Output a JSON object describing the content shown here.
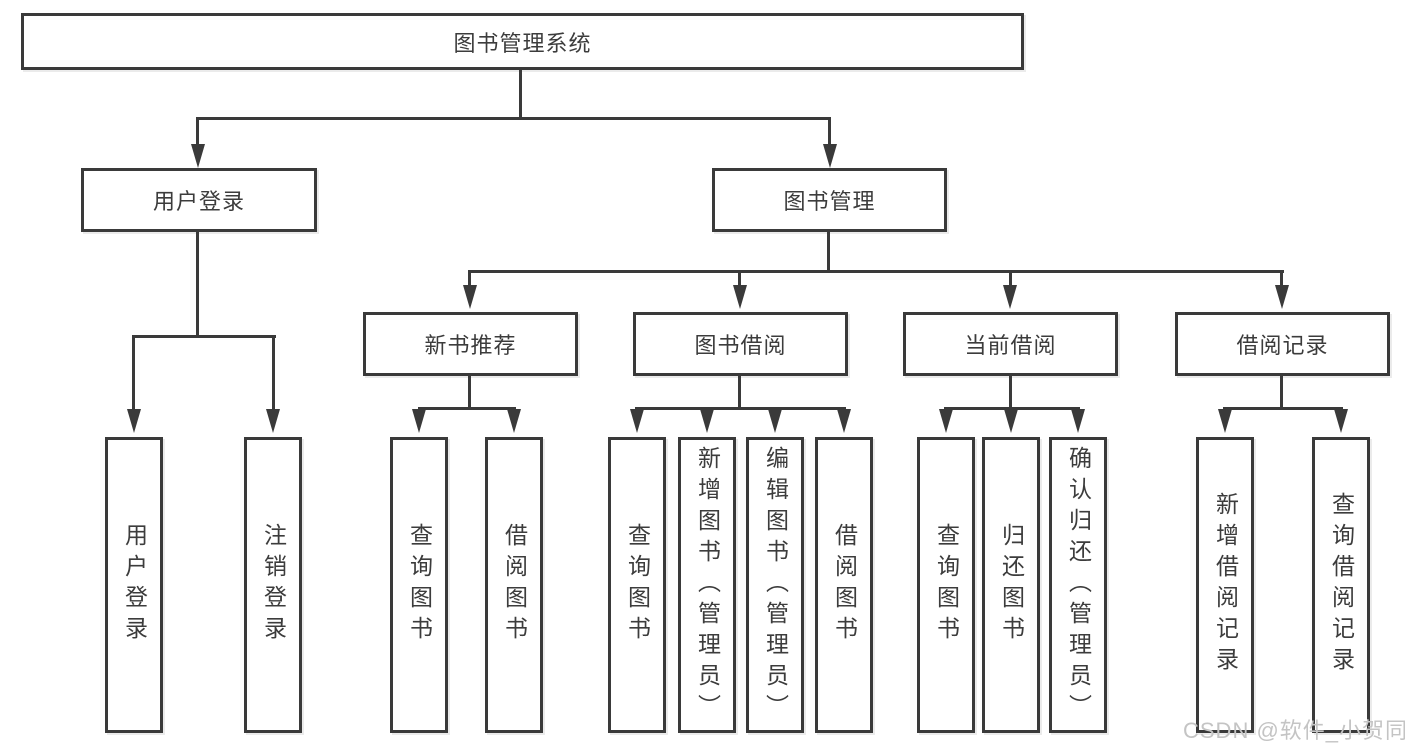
{
  "root": {
    "label": "图书管理系统"
  },
  "nodes": {
    "user_login": {
      "label": "用户登录"
    },
    "book_mgmt": {
      "label": "图书管理"
    },
    "new_books": {
      "label": "新书推荐"
    },
    "book_borrow": {
      "label": "图书借阅"
    },
    "current_borrow": {
      "label": "当前借阅"
    },
    "borrow_records": {
      "label": "借阅记录"
    }
  },
  "leaves": {
    "user_login": [
      "用户登录",
      "注销登录"
    ],
    "new_books": [
      "查询图书",
      "借阅图书"
    ],
    "book_borrow": [
      "查询图书",
      "新增图书（管理员）",
      "编辑图书（管理员）",
      "借阅图书"
    ],
    "current_borrow": [
      "查询图书",
      "归还图书",
      "确认归还（管理员）"
    ],
    "borrow_records": [
      "新增借阅记录",
      "查询借阅记录"
    ]
  },
  "watermark": {
    "text": "CSDN @软件_小贺同学"
  },
  "colors": {
    "line": "#3a3a3a",
    "text": "#3c3c3c",
    "box_background": "#ffffff",
    "watermark": "#c4c4c4",
    "page_background": "#ffffff"
  }
}
